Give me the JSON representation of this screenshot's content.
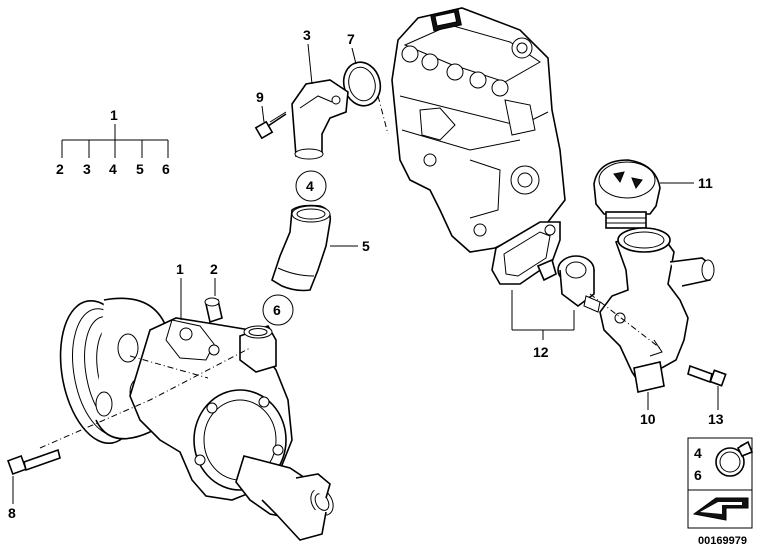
{
  "diagram": {
    "id_code": "00169979",
    "callouts": {
      "tree_root": "1",
      "tree_children": [
        "2",
        "3",
        "4",
        "5",
        "6"
      ],
      "pump": "1",
      "sleeve": "2",
      "elbow": "3",
      "ring4": "4",
      "hose": "5",
      "ring6": "6",
      "oring": "7",
      "bolt_pump": "8",
      "bolt_elbow": "9",
      "housing": "10",
      "cap": "11",
      "thermostat_group": "12",
      "bolt_housing": "13"
    },
    "legend": {
      "label_top": "4",
      "label_bottom": "6"
    }
  }
}
